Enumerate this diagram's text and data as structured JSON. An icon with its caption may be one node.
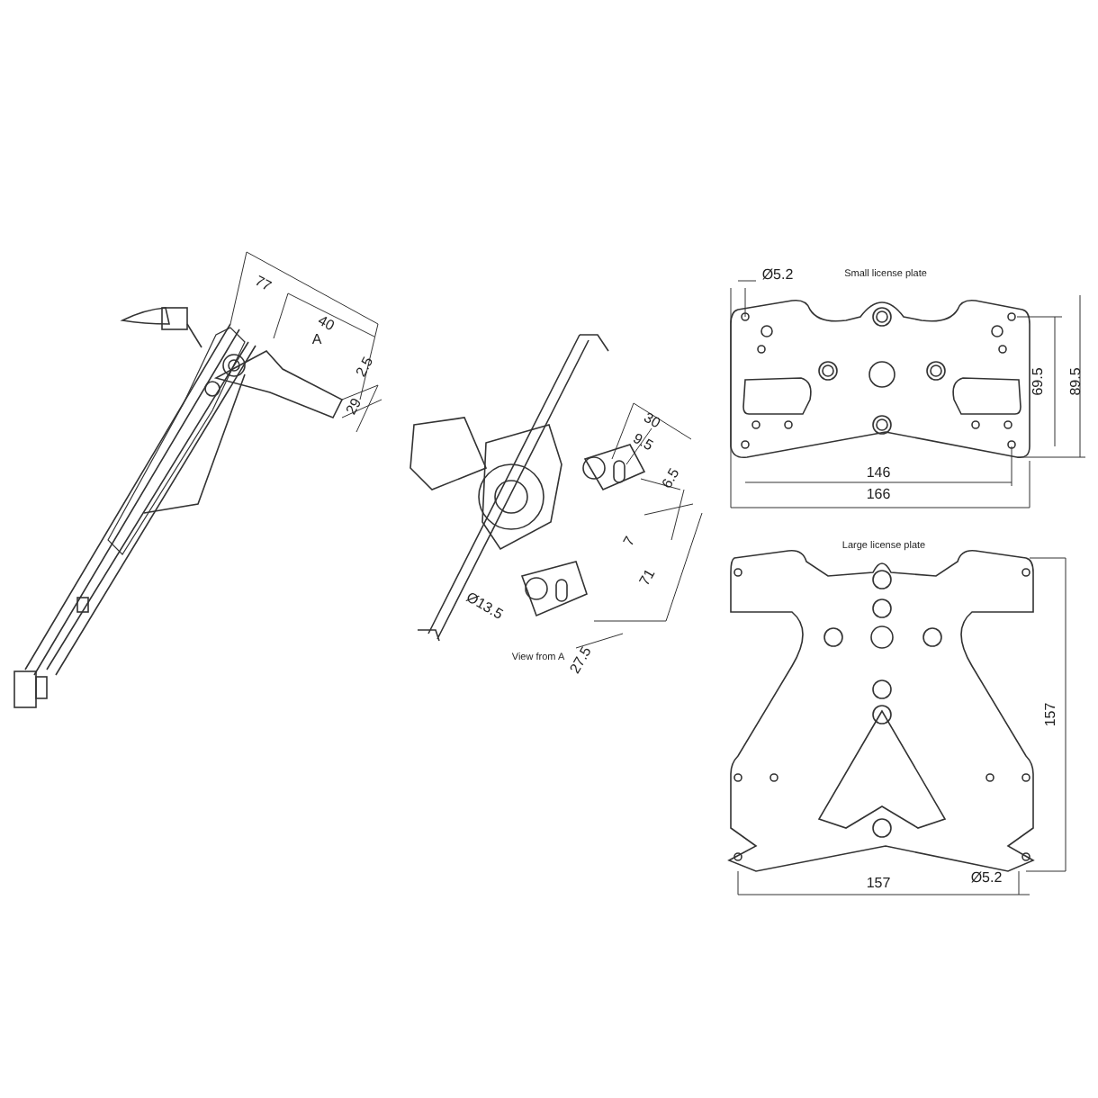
{
  "diagram": {
    "labels": [
      "77",
      "40",
      "A",
      "2.5",
      "29",
      "30",
      "9.5",
      "6.5",
      "7",
      "71",
      "Ø13.5",
      "27.5",
      "View from A",
      "Ø5.2",
      "Small license plate",
      "69.5",
      "89.5",
      "146",
      "166",
      "Large license plate",
      "157",
      "157",
      "Ø5.2"
    ]
  }
}
